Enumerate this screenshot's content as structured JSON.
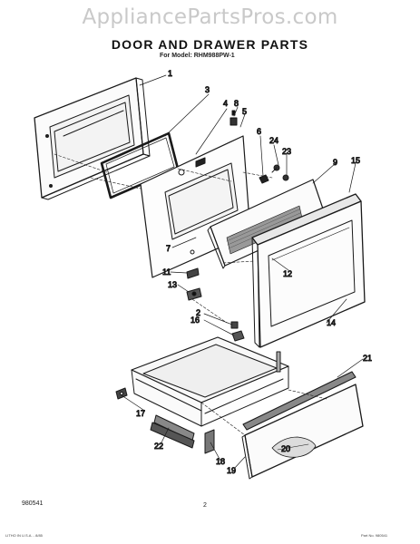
{
  "watermark": "AppliancePartsPros.com",
  "header": {
    "title": "DOOR AND DRAWER PARTS",
    "subtitle": "For Model: RHM988PW-1"
  },
  "callouts": [
    "1",
    "3",
    "4",
    "8",
    "5",
    "6",
    "24",
    "23",
    "9",
    "15",
    "7",
    "11",
    "13",
    "2",
    "16",
    "12",
    "14",
    "21",
    "17",
    "22",
    "18",
    "19",
    "20"
  ],
  "footer": {
    "code": "980541",
    "page": "2",
    "tiny_left": "LITHO IN U.S.A. - 8/85",
    "tiny_right": "Part No. 980541"
  }
}
